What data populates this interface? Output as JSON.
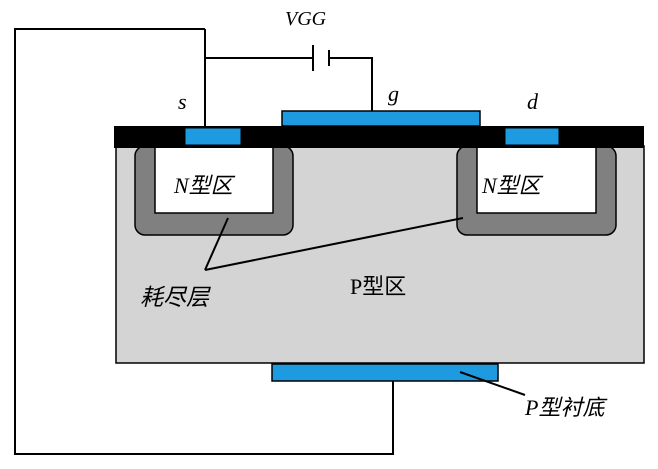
{
  "labels": {
    "vgg": "VGG",
    "source": "s",
    "gate": "g",
    "drain": "d",
    "n_region_left": "N型区",
    "n_region_right": "N型区",
    "depletion_layer": "耗尽层",
    "p_region": "P型区",
    "p_substrate": "P型衬底"
  },
  "colors": {
    "substrate": "#d4d4d4",
    "depletion": "#808080",
    "n_region": "#ffffff",
    "oxide": "#000000",
    "electrode": "#1e9be0",
    "wire": "#000000"
  }
}
